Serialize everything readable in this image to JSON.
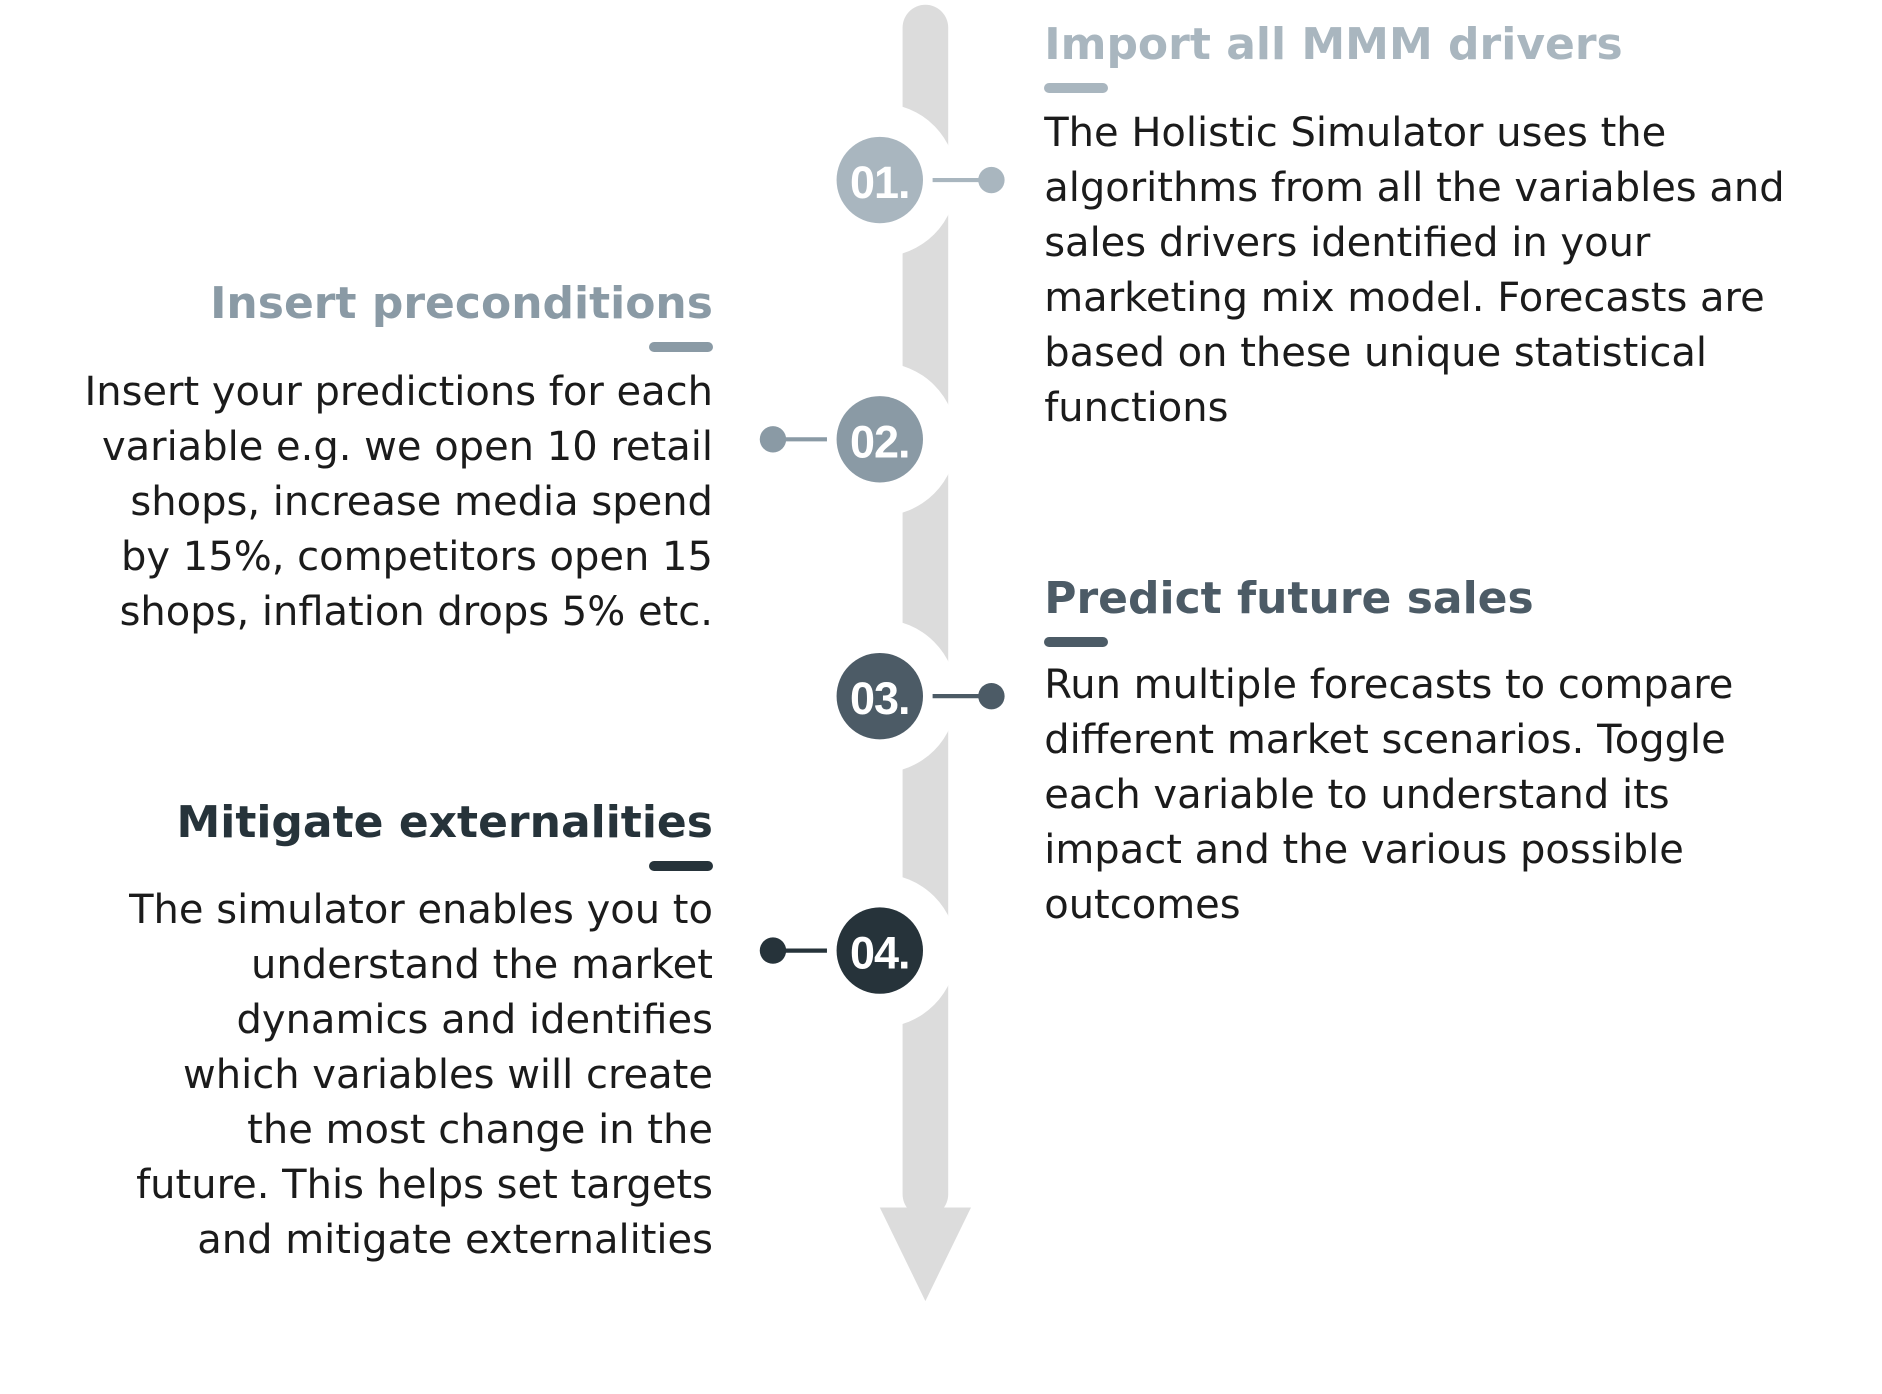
{
  "colors": {
    "track": "#dcdcdc",
    "step1": "#a9b6bf",
    "step2": "#8a9aa5",
    "step3": "#4c5b66",
    "step4": "#26333a",
    "body_text": "#1b1b1b"
  },
  "steps": [
    {
      "number": "01.",
      "title": "Import all MMM drivers",
      "side": "right",
      "color_key": "step1",
      "lines": [
        "The Holistic Simulator uses the",
        "algorithms from all the variables and",
        "sales drivers identified in your",
        "marketing mix model. Forecasts are",
        "based on these unique statistical",
        "functions"
      ]
    },
    {
      "number": "02.",
      "title": "Insert preconditions",
      "side": "left",
      "color_key": "step2",
      "lines": [
        "Insert your predictions for each",
        "variable e.g. we open 10 retail",
        "shops, increase media spend",
        "by 15%, competitors open 15",
        "shops, inflation drops 5% etc."
      ]
    },
    {
      "number": "03.",
      "title": "Predict future sales",
      "side": "right",
      "color_key": "step3",
      "lines": [
        "Run multiple forecasts to compare",
        "different market scenarios. Toggle",
        "each variable to understand its",
        "impact and the various possible",
        "outcomes"
      ]
    },
    {
      "number": "04.",
      "title": "Mitigate externalities",
      "side": "left",
      "color_key": "step4",
      "lines": [
        "The simulator enables you to",
        "understand the market",
        "dynamics and identifies",
        "which variables will create",
        "the most change in the",
        "future. This helps set targets",
        "and mitigate externalities"
      ]
    }
  ]
}
